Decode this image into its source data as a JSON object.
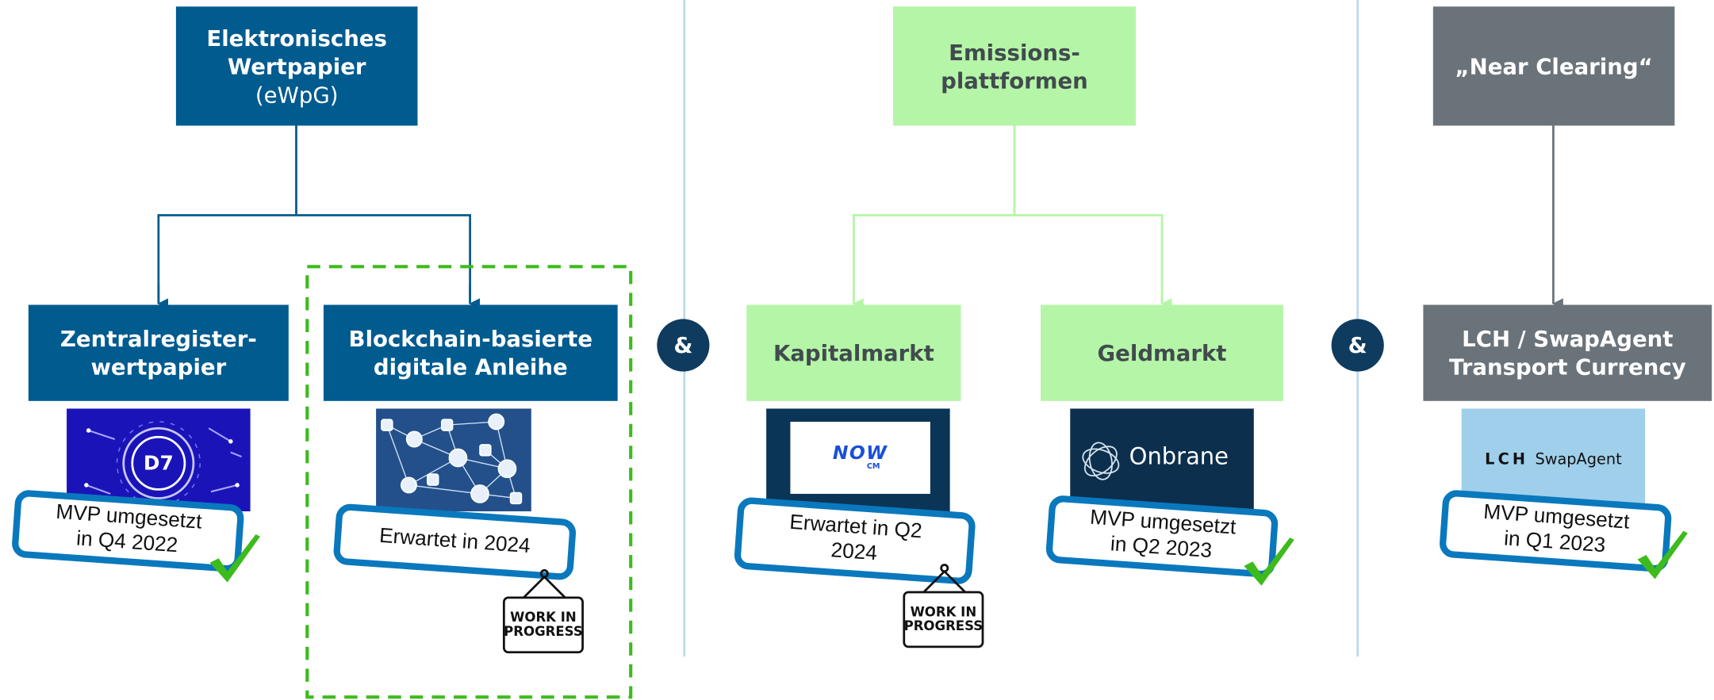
{
  "columns": {
    "ewpg": {
      "header_title": "Elektronisches\nWertpapier",
      "header_sub": "(eWpG)",
      "left": {
        "title": "Zentralregister-\nwertpapier",
        "logo_icon": "d7-icon",
        "logo_text": "D7",
        "status": "MVP umgesetzt\nin Q4 2022",
        "status_icon": "check-icon"
      },
      "right": {
        "title": "Blockchain-basierte\ndigitale Anleihe",
        "logo_icon": "blockchain-network-icon",
        "status": "Erwartet in 2024",
        "status_icon": "work-in-progress-sign-icon",
        "sign_text": "WORK IN\nPROGRESS"
      }
    },
    "emission": {
      "header_title": "Emissions-\nplattformen",
      "left": {
        "title": "Kapitalmarkt",
        "logo_text": "NOW",
        "logo_subtext": "CM",
        "status": "Erwartet in Q2\n2024",
        "status_icon": "work-in-progress-sign-icon",
        "sign_text": "WORK IN\nPROGRESS"
      },
      "right": {
        "title": "Geldmarkt",
        "logo_text": "Onbrane",
        "logo_icon": "onbrane-swirl-icon",
        "status": "MVP umgesetzt\nin Q2 2023",
        "status_icon": "check-icon"
      }
    },
    "clearing": {
      "header_title": "„Near Clearing“",
      "child": {
        "title": "LCH / SwapAgent\nTransport Currency",
        "logo_text_lch": "LCH",
        "logo_text_swap": "SwapAgent",
        "status": "MVP umgesetzt\nin Q1 2023",
        "status_icon": "check-icon"
      }
    }
  },
  "separators": [
    "&",
    "&"
  ],
  "colors": {
    "dark_blue": "#005b8f",
    "light_green": "#b5f5a7",
    "grey": "#6b737a",
    "status_border": "#0a78bd",
    "check_green": "#3dbb1c",
    "dashed_green": "#3dbb1c",
    "amp_circle": "#0f3b5e",
    "divider": "#b9d9ee"
  }
}
